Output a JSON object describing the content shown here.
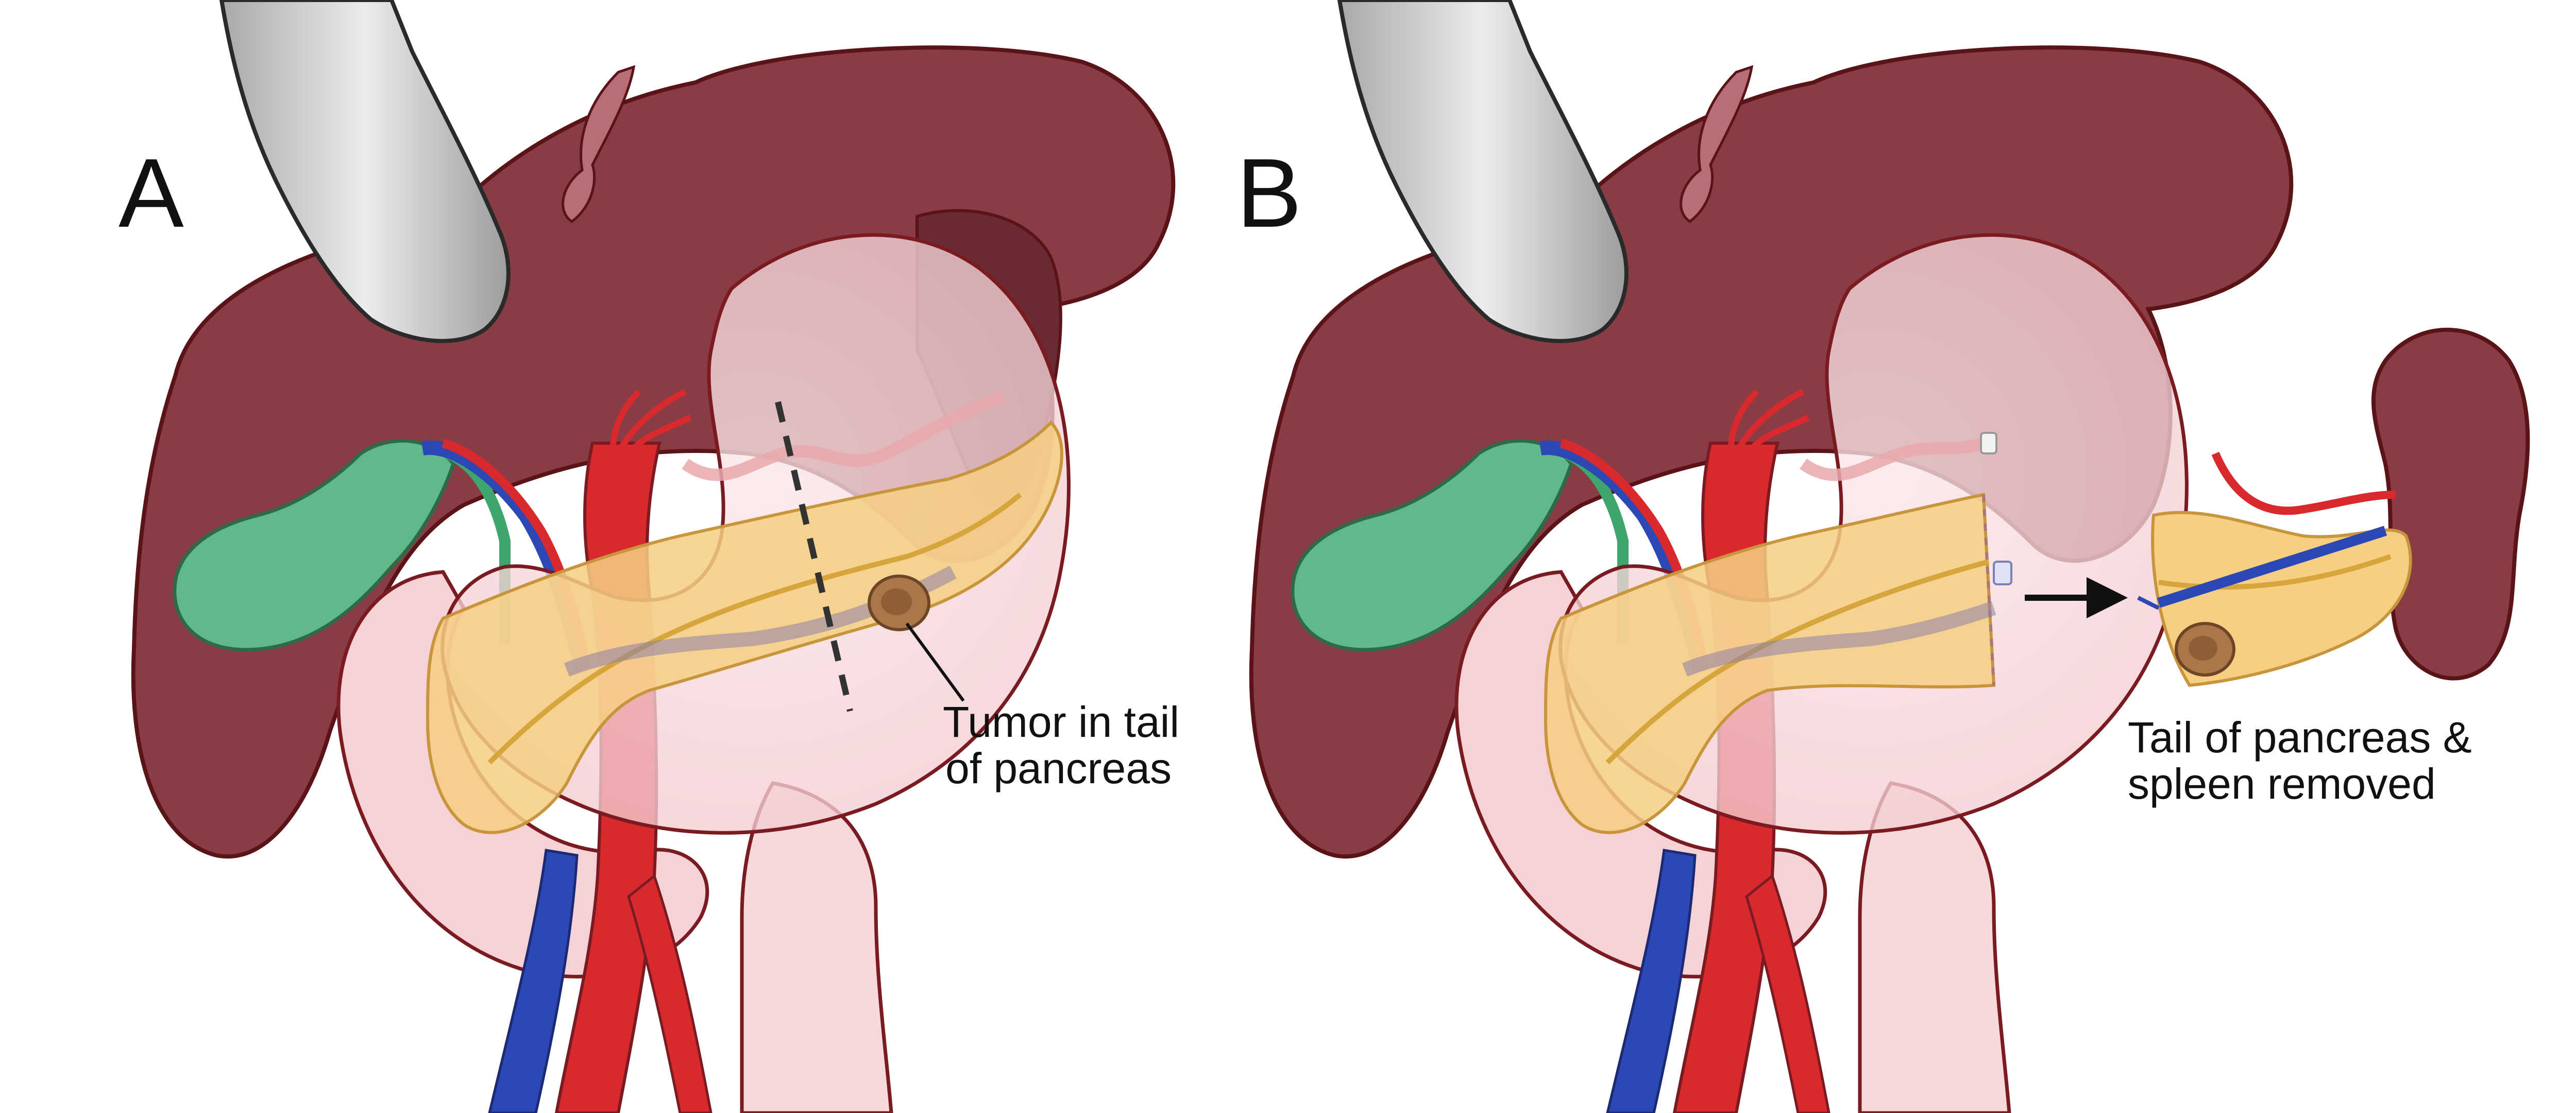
{
  "panels": [
    {
      "letter": "A",
      "caption_lines": [
        "Tumor in tail",
        "of pancreas"
      ]
    },
    {
      "letter": "B",
      "caption_lines": [
        "Tail of pancreas &",
        "spleen removed"
      ]
    }
  ],
  "colors": {
    "liver": "#8a3c44",
    "liver_dark": "#6a2a31",
    "outline": "#5a1418",
    "stomach": "#f7d9dc",
    "pancreas": "#f6cf83",
    "gallbladder": "#5fb989",
    "artery": "#d9292f",
    "vein": "#2c48b5",
    "retractor": "#c8c8c8",
    "tumor": "#a9774a"
  }
}
